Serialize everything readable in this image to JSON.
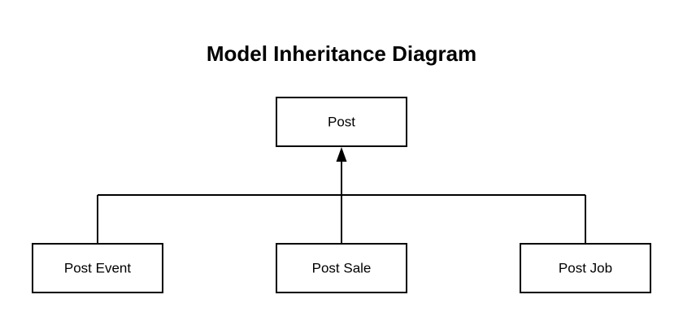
{
  "title": "Model Inheritance Diagram",
  "nodes": {
    "parent": {
      "label": "Post"
    },
    "children": [
      {
        "label": "Post Event"
      },
      {
        "label": "Post Sale"
      },
      {
        "label": "Post Job"
      }
    ]
  },
  "colors": {
    "background": "#ffffff",
    "stroke": "#000000",
    "text": "#000000"
  }
}
